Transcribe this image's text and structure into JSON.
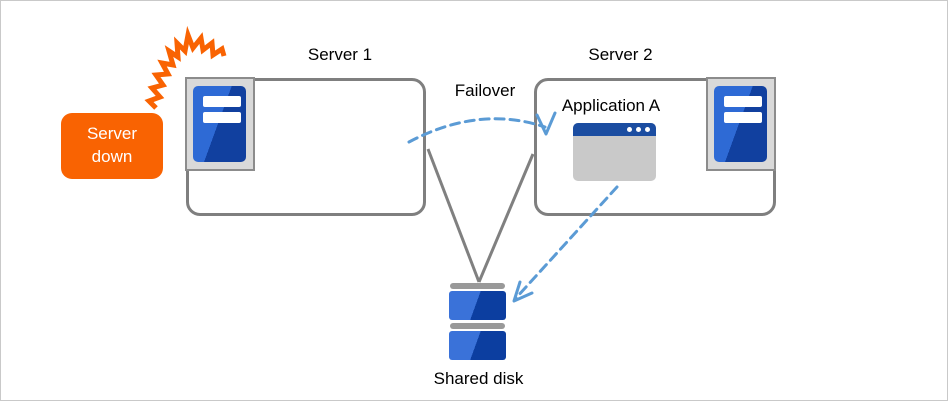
{
  "diagram": {
    "server1": {
      "label": "Server 1"
    },
    "server2": {
      "label": "Server 2"
    },
    "failover_label": "Failover",
    "application_label": "Application A",
    "server_down_badge": {
      "line1": "Server",
      "line2": "down"
    },
    "shared_disk_label": "Shared disk",
    "colors": {
      "accent_orange": "#f96302",
      "server_blue_light": "#2e6ad5",
      "server_blue_dark": "#11409f",
      "window_titlebar_blue": "#1b4da1",
      "window_body_gray": "#c9c9c9",
      "dashed_arrow_blue": "#5b9bd5",
      "box_border_gray": "#7f7f7f",
      "icon_frame_gray": "#d9d9d9",
      "disk_cap_gray": "#999999",
      "connector_gray": "#808080"
    }
  }
}
